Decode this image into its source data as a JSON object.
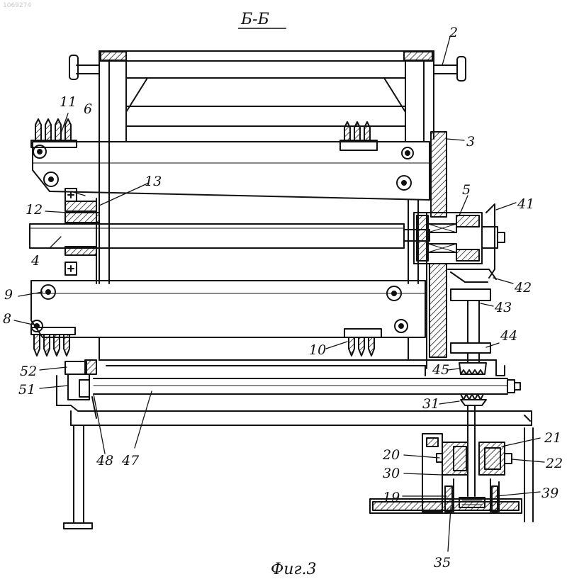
{
  "drawing": {
    "doc_code": "1069274",
    "section_title": "Б-Б",
    "figure_caption": "Фиг.3",
    "stroke_color": "#111111",
    "hatch_color": "#222222",
    "background": "#ffffff"
  },
  "labels": {
    "l2": "2",
    "l3": "3",
    "l4": "4",
    "l5": "5",
    "l6": "6",
    "l8": "8",
    "l9": "9",
    "l10": "10",
    "l11": "11",
    "l12": "12",
    "l13": "13",
    "l19": "19",
    "l20": "20",
    "l21": "21",
    "l22": "22",
    "l30": "30",
    "l31": "31",
    "l35": "35",
    "l39": "39",
    "l41": "41",
    "l42": "42",
    "l43": "43",
    "l44": "44",
    "l45": "45",
    "l47": "47",
    "l48": "48",
    "l51": "51",
    "l52": "52"
  }
}
